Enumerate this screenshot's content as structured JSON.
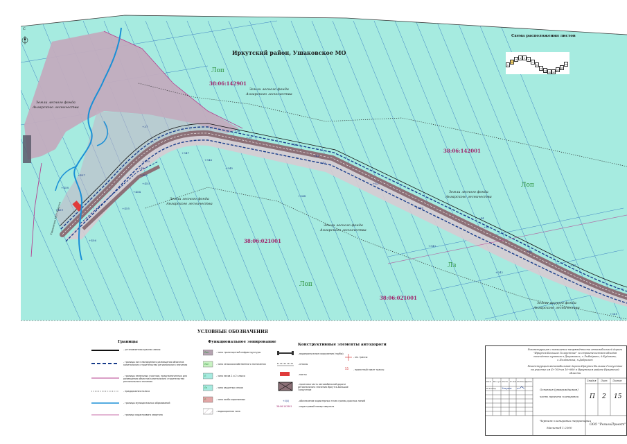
{
  "map": {
    "district_title": "Иркутский район, Ушаковское МО",
    "parcel_codes": [
      "38:06:142901",
      "38:06:142001",
      "38:06:021001",
      "38:06:021001"
    ],
    "zone_codes": [
      "Лоп",
      "Лоп",
      "Лоп",
      "Лз"
    ],
    "forest_label_line1": "Земли лесного фонда",
    "forest_label_line2": "Ангарского лесничества",
    "left_forest_line1": "Земли лесного фонда",
    "left_forest_line2": "Ангарского лесничества",
    "road_side_label": "Ушаковское МО / Иркутск",
    "pickets_top": [
      "+37",
      "+38",
      "+39",
      "+40",
      "+41",
      "+42",
      "+43",
      "+44",
      "+45",
      "+46",
      "+47"
    ],
    "pickets_bottom": [
      "+543",
      "+544",
      "+545",
      "+546",
      "+547",
      "+541",
      "+542",
      "+540"
    ],
    "pickets_left": [
      "+450",
      "+451",
      "+452",
      "+453",
      "+454",
      "+455",
      "+456",
      "+457",
      "+458",
      "+459"
    ],
    "north_sign": "С"
  },
  "index_map": {
    "title": "Схема расположения листов",
    "sheets": [
      "1",
      "2",
      "3",
      "4",
      "5",
      "6",
      "7",
      "8",
      "9",
      "10",
      "11",
      "12",
      "13",
      "14",
      "15"
    ]
  },
  "legend": {
    "title": "УСЛОВНЫЕ ОБОЗНАЧЕНИЯ",
    "col1_title": "Границы",
    "col1_items": [
      "- установленная красная линия",
      "- границы зон планируемого размещения объектов капитального строительства регионального значения",
      "- границы земельных участков, предназначенных для размещения объектов капитального строительства регионального значения",
      "- придорожная полоса",
      "- границы муниципальных образований",
      "- граница кадастрового квартала"
    ],
    "col2_title": "Функциональное зонирование",
    "col2_items": [
      "- зона транспортной инфраструктуры",
      "- зона сельскохозяйственного назначения",
      "- зона лесов 1 и 2 класса",
      "- зона защитных лесов",
      "- зона особо охраняемых",
      "- водоохранная зона"
    ],
    "col2_codes": [
      "Лоп",
      "Лоп",
      "Л",
      "Лз",
      "Л",
      ""
    ],
    "col3_title": "Конструктивные элементы автодороги",
    "col3_items": [
      "- водопропускные сооружения (трубы)",
      "- откосы",
      "- мосты",
      "- проезжая часть автомобильной дороги регионального значения Иркутск-Большое Голоустное",
      "- обозначение характерных точек границ красных линий",
      "- кадастровый номер квартала"
    ],
    "col3_aux": [
      "- км. трассы",
      "- проектный пикет трассы"
    ],
    "col3_codes": [
      "+4(4)",
      "38:06:142901"
    ]
  },
  "title_block": {
    "project_name": "Реконструкция и повышение напряжённости автомобильной дороги \"Иркутск-Большое Голоустное\" со строительством обходов населённых пунктов п.Дзержинск, с.Лыбойрино, д.Кудинова, с.Полдвинска, п.Добролет",
    "object_name": "Реконструкция автомобильной дороги Иркутск-Большое Голоустное на участке км 4+700-км 10+000 в Иркутском районе Иркутской области",
    "header_cells": [
      "Изм",
      "Кол.уч",
      "Лист",
      "N док",
      "Подпись",
      "Дата"
    ],
    "author_role": "Н.контр",
    "author_name": "Зверев",
    "section_label": "Основная (утверждаемая) часть проекта планировки",
    "stage_header": "Стадия",
    "sheet_header": "Лист",
    "sheets_header": "Листов",
    "stage": "П",
    "sheet": "2",
    "sheets": "15",
    "drawing_title": "Чертеж планировки территории",
    "scale": "Масштаб 1:2000",
    "organization": "ООО \"РегионПроект\""
  },
  "colors": {
    "forest_fill": "#a6ebe0",
    "parcel_fill": "#c2acbe",
    "grid": "#2d6fbd",
    "river": "#1a8fd6",
    "road": "#8c7077"
  }
}
